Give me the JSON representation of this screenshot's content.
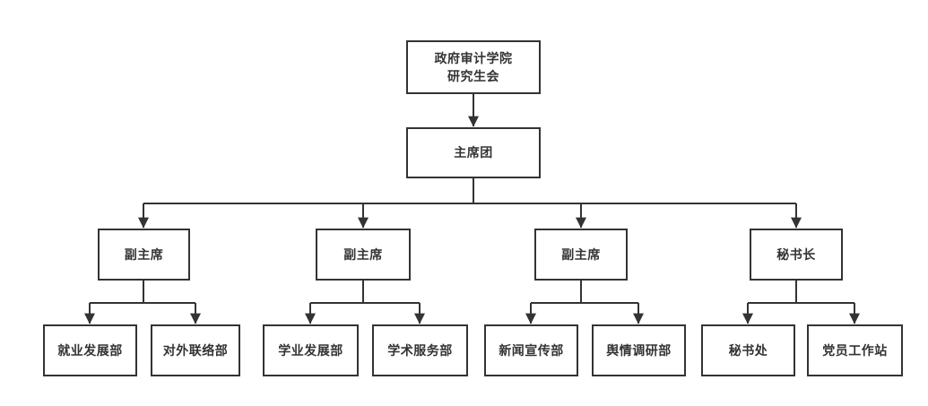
{
  "diagram": {
    "type": "org-chart",
    "colors": {
      "line": "#333333",
      "box_border": "#333333",
      "box_fill": "#ffffff",
      "text": "#333333",
      "background": "#ffffff"
    },
    "nodes": {
      "root": {
        "label": "政府审计学院\n研究生会"
      },
      "presidium": {
        "label": "主席团"
      },
      "branches": [
        {
          "label": "副主席",
          "children": [
            {
              "label": "就业发展部"
            },
            {
              "label": "对外联络部"
            }
          ]
        },
        {
          "label": "副主席",
          "children": [
            {
              "label": "学业发展部"
            },
            {
              "label": "学术服务部"
            }
          ]
        },
        {
          "label": "副主席",
          "children": [
            {
              "label": "新闻宣传部"
            },
            {
              "label": "舆情调研部"
            }
          ]
        },
        {
          "label": "秘书长",
          "children": [
            {
              "label": "秘书处"
            },
            {
              "label": "党员工作站"
            }
          ]
        }
      ]
    }
  }
}
